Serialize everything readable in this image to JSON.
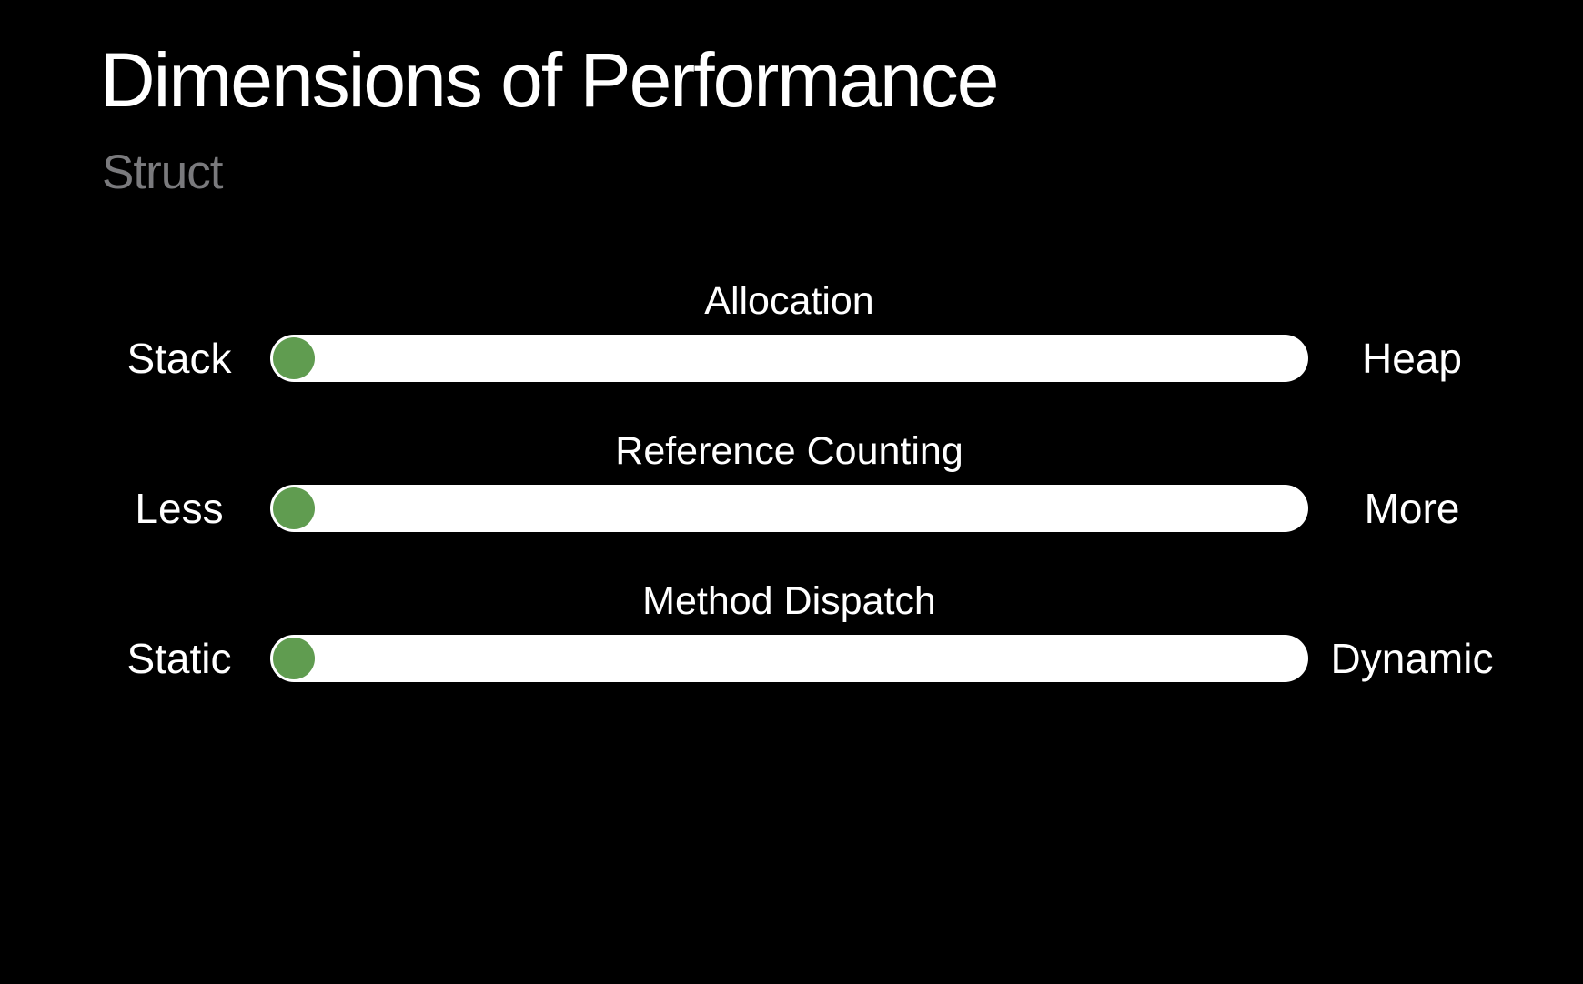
{
  "slide": {
    "title": "Dimensions of Performance",
    "subtitle": "Struct"
  },
  "sliders": [
    {
      "name": "Allocation",
      "left_label": "Stack",
      "right_label": "Heap",
      "value_percent": 0
    },
    {
      "name": "Reference Counting",
      "left_label": "Less",
      "right_label": "More",
      "value_percent": 0
    },
    {
      "name": "Method Dispatch",
      "left_label": "Static",
      "right_label": "Dynamic",
      "value_percent": 0
    }
  ],
  "colors": {
    "background": "#000000",
    "text_primary": "#ffffff",
    "text_subtitle": "#7a7a7d",
    "slider_track": "#ffffff",
    "slider_knob": "#609c50"
  }
}
